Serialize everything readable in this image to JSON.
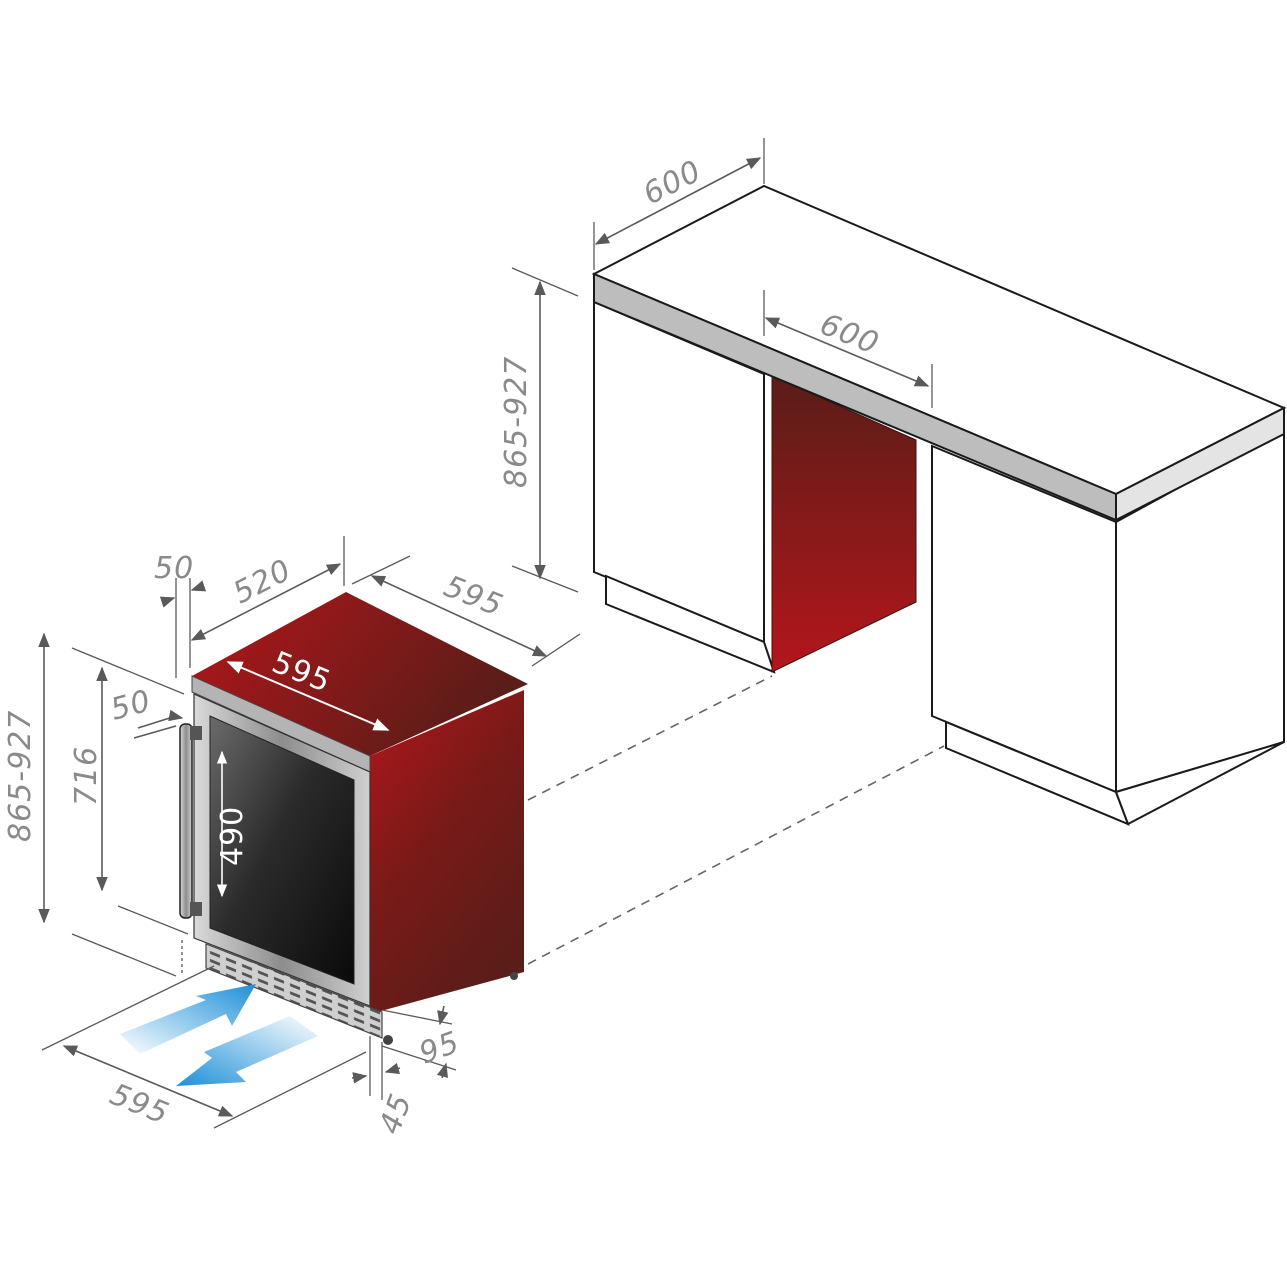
{
  "dimensions": {
    "counter_depth": "600",
    "counter_niche_height": "865-927",
    "niche_width": "600",
    "cabinet_top_offset": "50",
    "cabinet_depth_520": "520",
    "cabinet_side_depth": "595",
    "cabinet_top_width": "595",
    "door_offset": "50",
    "cabinet_height_range": "865-927",
    "cabinet_body_height": "716",
    "glass_height": "490",
    "base_width": "595",
    "base_depth_95": "95",
    "base_gap_45": "45"
  },
  "colors": {
    "cabinet_red_light": "#b4161b",
    "cabinet_red_dark": "#5a1d18",
    "airflow_blue": "#1e90d8",
    "countertop_edge": "#bdbdbd"
  },
  "icons": {
    "airflow_in": "arrow-in-icon",
    "airflow_out": "arrow-out-icon"
  }
}
